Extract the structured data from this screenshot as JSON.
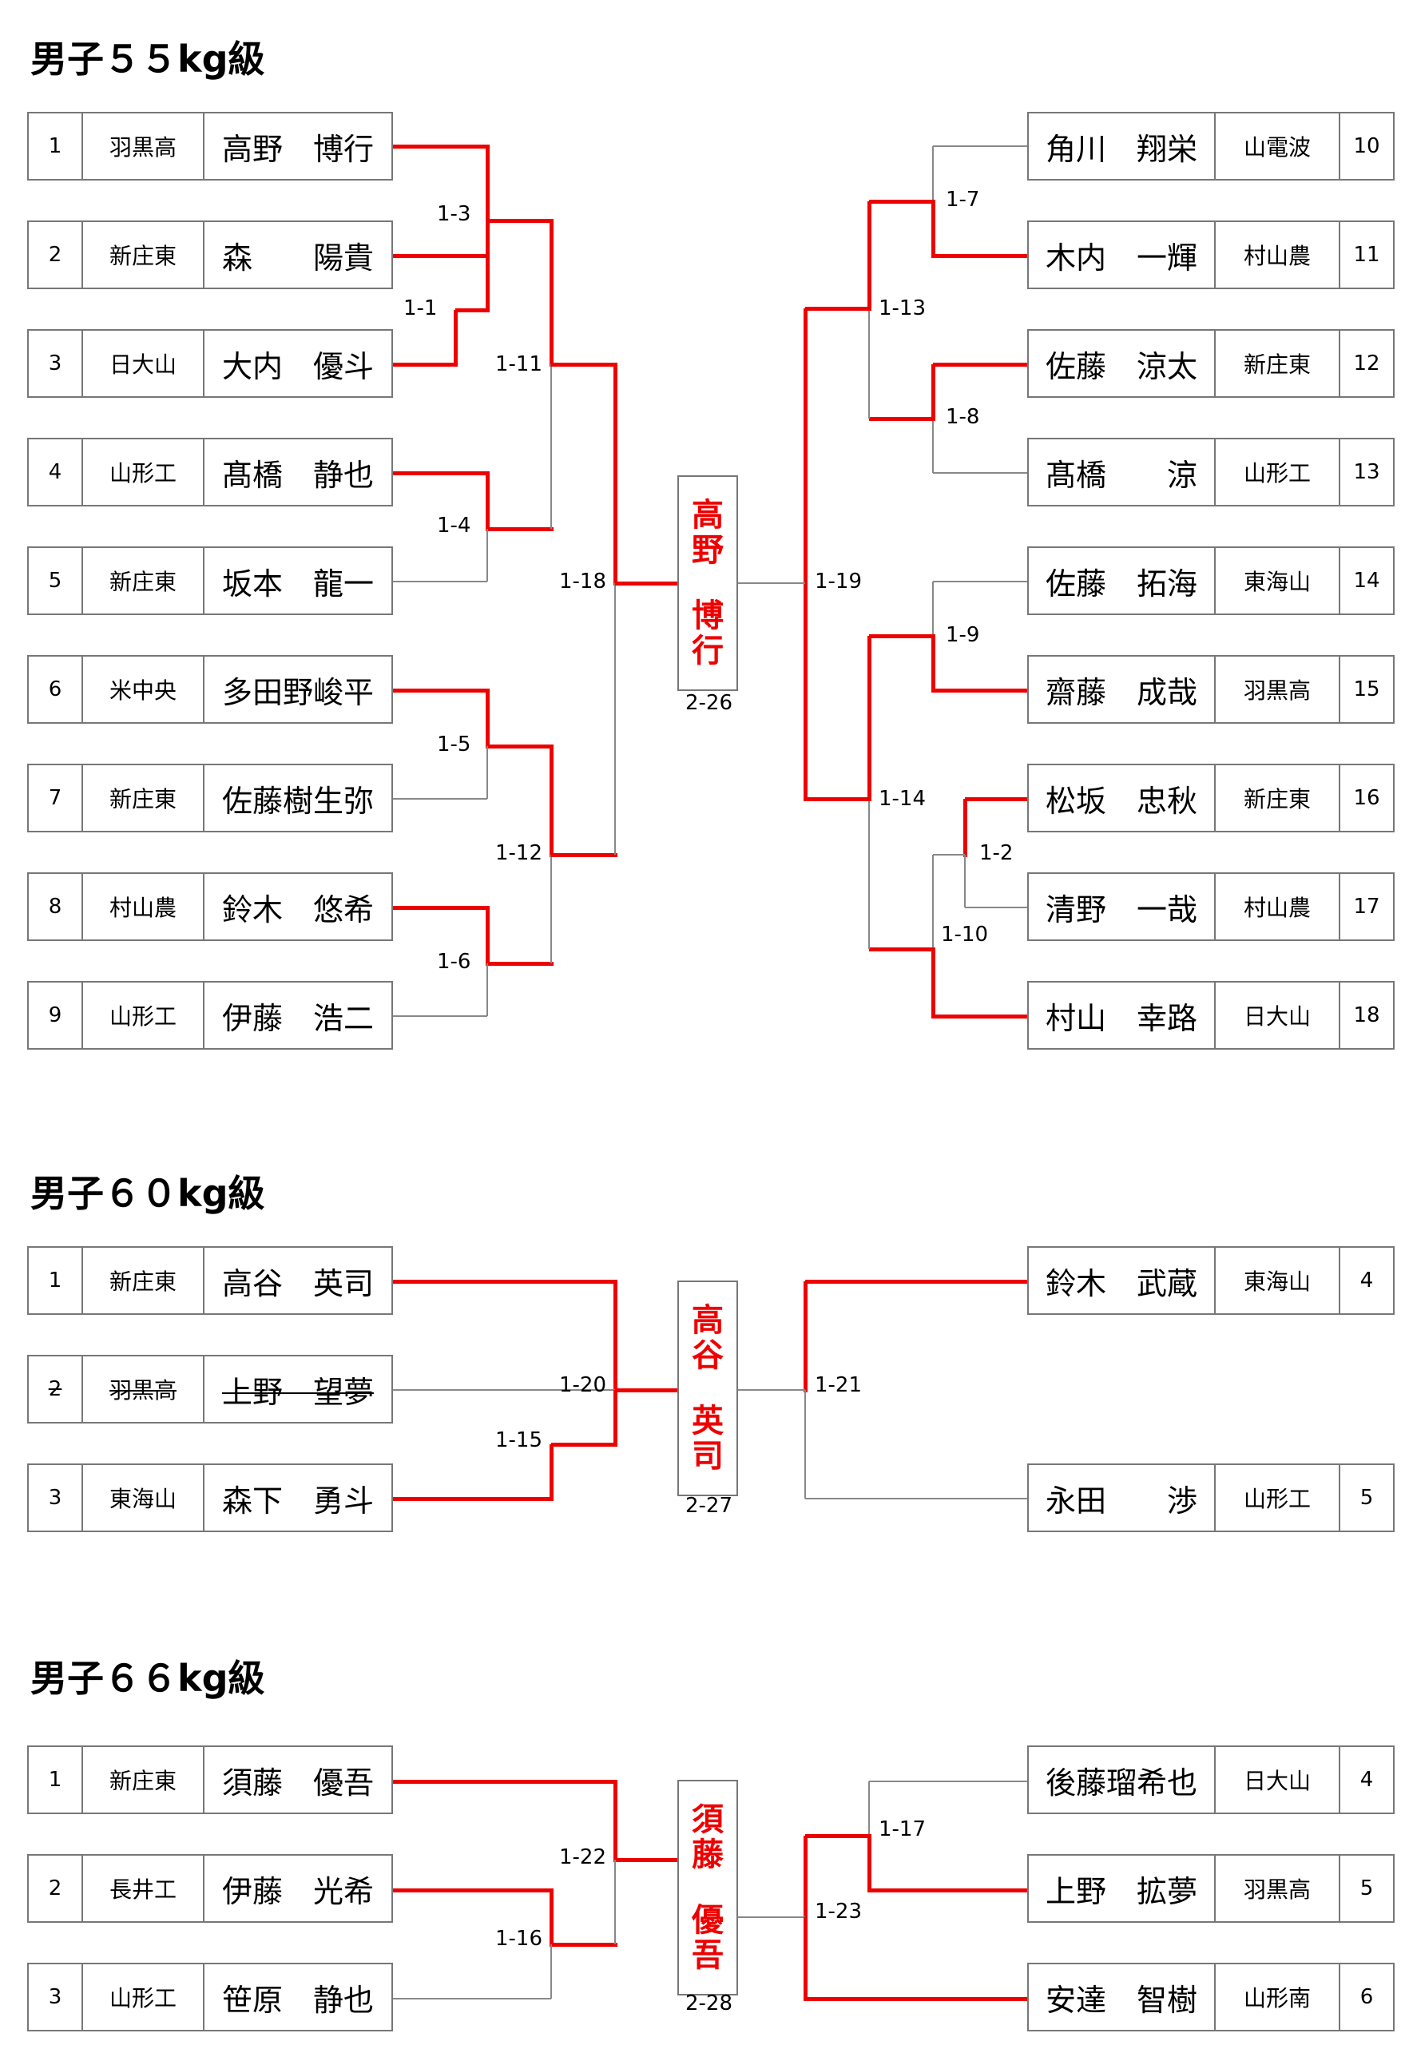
{
  "sections": [
    {
      "title": "男子５５kg級",
      "champion": "高野博行",
      "champion_match": "2-26",
      "left": [
        {
          "num": "1",
          "school": "羽黒高",
          "name": "高野　博行"
        },
        {
          "num": "2",
          "school": "新庄東",
          "name": "森　　陽貴"
        },
        {
          "num": "3",
          "school": "日大山",
          "name": "大内　優斗"
        },
        {
          "num": "4",
          "school": "山形工",
          "name": "髙橋　静也"
        },
        {
          "num": "5",
          "school": "新庄東",
          "name": "坂本　龍一"
        },
        {
          "num": "6",
          "school": "米中央",
          "name": "多田野峻平"
        },
        {
          "num": "7",
          "school": "新庄東",
          "name": "佐藤樹生弥"
        },
        {
          "num": "8",
          "school": "村山農",
          "name": "鈴木　悠希"
        },
        {
          "num": "9",
          "school": "山形工",
          "name": "伊藤　浩二"
        }
      ],
      "right": [
        {
          "num": "10",
          "school": "山電波",
          "name": "角川　翔栄"
        },
        {
          "num": "11",
          "school": "村山農",
          "name": "木内　一輝"
        },
        {
          "num": "12",
          "school": "新庄東",
          "name": "佐藤　涼太"
        },
        {
          "num": "13",
          "school": "山形工",
          "name": "髙橋　　涼"
        },
        {
          "num": "14",
          "school": "東海山",
          "name": "佐藤　拓海"
        },
        {
          "num": "15",
          "school": "羽黒高",
          "name": "齋藤　成哉"
        },
        {
          "num": "16",
          "school": "新庄東",
          "name": "松坂　忠秋"
        },
        {
          "num": "17",
          "school": "村山農",
          "name": "清野　一哉"
        },
        {
          "num": "18",
          "school": "日大山",
          "name": "村山　幸路"
        }
      ],
      "matches": [
        "1-1",
        "1-2",
        "1-3",
        "1-4",
        "1-5",
        "1-6",
        "1-7",
        "1-8",
        "1-9",
        "1-10",
        "1-11",
        "1-12",
        "1-13",
        "1-14",
        "1-18",
        "1-19"
      ]
    },
    {
      "title": "男子６０kg級",
      "champion": "高谷英司",
      "champion_match": "2-27",
      "left": [
        {
          "num": "1",
          "school": "新庄東",
          "name": "高谷　英司"
        },
        {
          "num": "2",
          "school": "羽黒高",
          "name": "上野　望夢",
          "withdrawn": true
        },
        {
          "num": "3",
          "school": "東海山",
          "name": "森下　勇斗"
        }
      ],
      "right": [
        {
          "num": "4",
          "school": "東海山",
          "name": "鈴木　武蔵"
        },
        {
          "num": "5",
          "school": "山形工",
          "name": "永田　　渉"
        }
      ],
      "matches": [
        "1-15",
        "1-20",
        "1-21"
      ]
    },
    {
      "title": "男子６６kg級",
      "champion": "須藤優吾",
      "champion_match": "2-28",
      "left": [
        {
          "num": "1",
          "school": "新庄東",
          "name": "須藤　優吾"
        },
        {
          "num": "2",
          "school": "長井工",
          "name": "伊藤　光希"
        },
        {
          "num": "3",
          "school": "山形工",
          "name": "笹原　静也"
        }
      ],
      "right": [
        {
          "num": "4",
          "school": "日大山",
          "name": "後藤瑠希也"
        },
        {
          "num": "5",
          "school": "羽黒高",
          "name": "上野　拡夢"
        },
        {
          "num": "6",
          "school": "山形南",
          "name": "安達　智樹"
        }
      ],
      "matches": [
        "1-16",
        "1-17",
        "1-22",
        "1-23"
      ]
    }
  ],
  "colors": {
    "winner_line": "#ee0000",
    "line": "#888888",
    "border": "#777777"
  }
}
